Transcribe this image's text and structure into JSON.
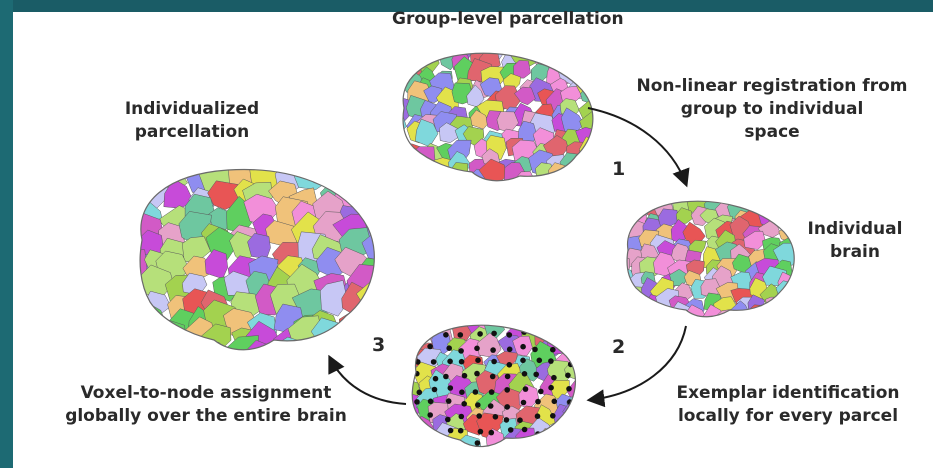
{
  "labels": {
    "group_level": "Group-level parcellation",
    "registration": [
      "Non-linear registration from",
      "group to individual",
      "space"
    ],
    "individualized": [
      "Individualized",
      "parcellation"
    ],
    "individual_brain": [
      "Individual",
      "brain"
    ],
    "voxel_assignment": [
      "Voxel-to-node assignment",
      "globally over the entire brain"
    ],
    "exemplar": [
      "Exemplar identification",
      "locally for every parcel"
    ],
    "step1": "1",
    "step2": "2",
    "step3": "3"
  },
  "colors": {
    "background": "#17505a",
    "panel": "#ffffff",
    "text": "#2a2a2a",
    "arrow": "#1a1a1a",
    "parcel_palette": [
      "#c74bd9",
      "#e2e24a",
      "#5fcf5f",
      "#e0656e",
      "#8f8df0",
      "#e6a2c9",
      "#7fd8dc",
      "#b6e07a",
      "#d25ac6",
      "#f0c27a",
      "#9b6be0",
      "#6ec7a0",
      "#e85555",
      "#c7c7f5",
      "#f28fd9",
      "#a3d24f"
    ]
  },
  "icons": {
    "group_brain": "brain-parcellation-icon",
    "individual_brain": "brain-parcellation-icon",
    "exemplar_brain": "brain-exemplar-icon",
    "individualized_brain": "brain-parcellation-icon",
    "arrows": "curved-arrow-icon"
  }
}
